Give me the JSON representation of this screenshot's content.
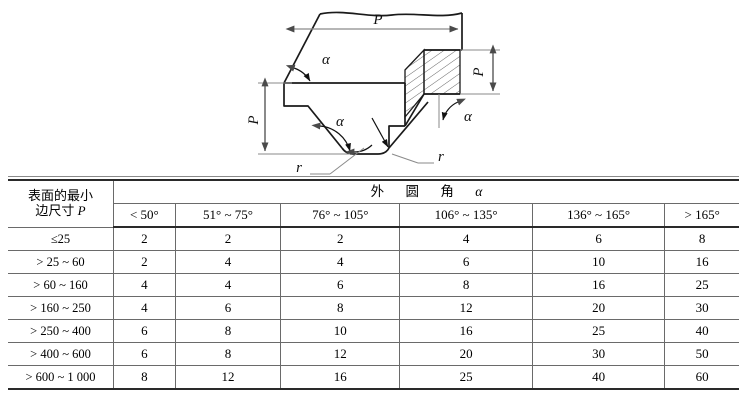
{
  "figure": {
    "title": "external-corner-angle-diagram",
    "labels": {
      "p_top": "P",
      "p_left": "P",
      "p_right": "P",
      "alpha_top_left": "α",
      "alpha_bottom": "α",
      "alpha_right": "α",
      "r_left": "r",
      "r_right": "r"
    },
    "hatch_color": "#555555",
    "line_color": "#1a1a1a",
    "dim_color": "#8a8a8a"
  },
  "table": {
    "stub_header": {
      "line1": "表面的最小",
      "line2_prefix": "边尺寸 ",
      "line2_symbol": "P"
    },
    "group_header": {
      "text": "外 圆 角 ",
      "symbol": "α"
    },
    "column_headers": [
      "< 50°",
      "51° ~ 75°",
      "76° ~ 105°",
      "106° ~ 135°",
      "136° ~ 165°",
      "> 165°"
    ],
    "row_labels": [
      "≤25",
      "> 25 ~ 60",
      "> 60 ~ 160",
      "> 160 ~ 250",
      "> 250 ~ 400",
      "> 400 ~ 600",
      "> 600 ~ 1 000"
    ],
    "rows": [
      [
        "2",
        "2",
        "2",
        "4",
        "6",
        "8"
      ],
      [
        "2",
        "4",
        "4",
        "6",
        "10",
        "16"
      ],
      [
        "4",
        "4",
        "6",
        "8",
        "16",
        "25"
      ],
      [
        "4",
        "6",
        "8",
        "12",
        "20",
        "30"
      ],
      [
        "6",
        "8",
        "10",
        "16",
        "25",
        "40"
      ],
      [
        "6",
        "8",
        "12",
        "20",
        "30",
        "50"
      ],
      [
        "8",
        "12",
        "16",
        "25",
        "40",
        "60"
      ]
    ]
  }
}
